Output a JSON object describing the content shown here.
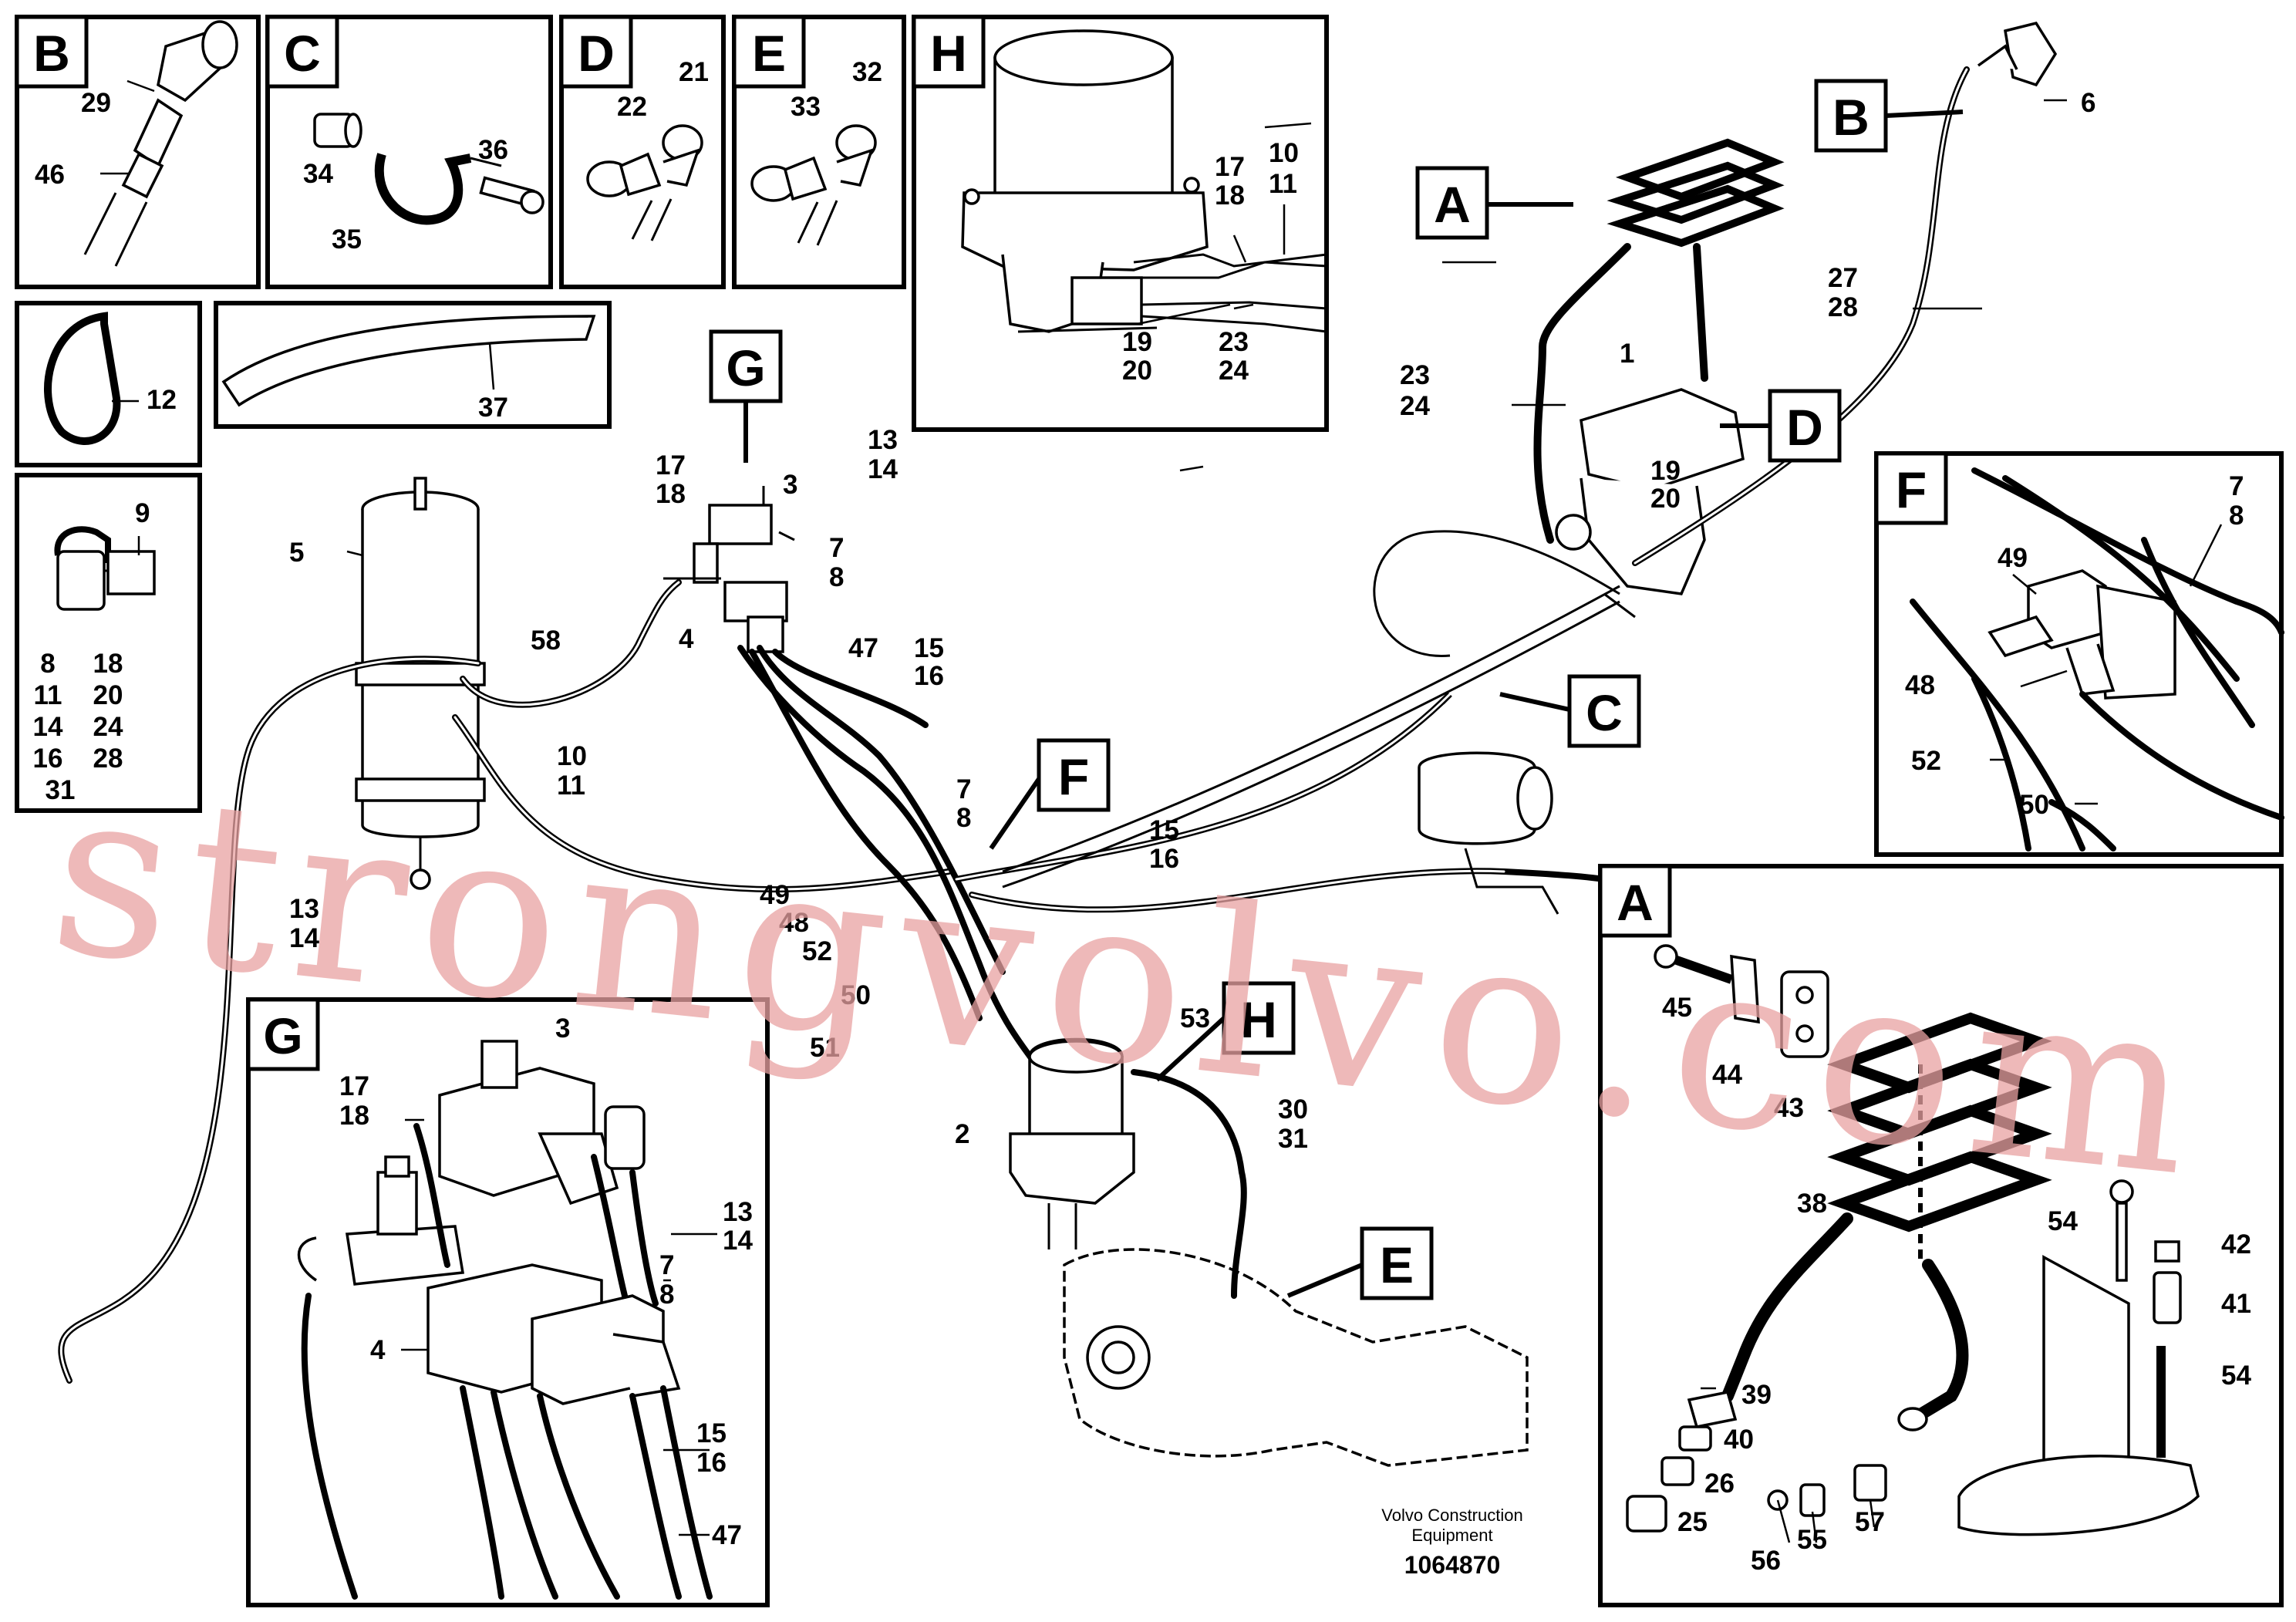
{
  "diagram": {
    "credit_line1": "Volvo Construction",
    "credit_line2": "Equipment",
    "drawing_number": "1064870",
    "watermark": "strongvolvo.com",
    "detail_tags": {
      "B": "B",
      "C": "C",
      "D": "D",
      "E": "E",
      "H": "H",
      "G": "G",
      "F": "F",
      "A": "A"
    },
    "inset_B": {
      "l29": "29",
      "l46": "46"
    },
    "inset_C": {
      "l34": "34",
      "l35": "35",
      "l36": "36"
    },
    "inset_D": {
      "l21": "21",
      "l22": "22"
    },
    "inset_E": {
      "l32": "32",
      "l33": "33"
    },
    "inset_H": {
      "l17": "17",
      "l18": "18",
      "l10": "10",
      "l11": "11",
      "l19": "19",
      "l20": "20",
      "l23": "23",
      "l24": "24"
    },
    "inset_tie": {
      "l12": "12"
    },
    "inset_strip": {
      "l37": "37"
    },
    "inset_clip": {
      "l9": "9",
      "col1": [
        "8",
        "11",
        "14",
        "16",
        "31"
      ],
      "col2": [
        "18",
        "20",
        "24",
        "28"
      ]
    },
    "main": {
      "l1": "1",
      "l2": "2",
      "l3": "3",
      "l4": "4",
      "l5": "5",
      "l6": "6",
      "l17": "17",
      "l18": "18",
      "l13": "13",
      "l14": "14",
      "l7": "7",
      "l8": "8",
      "l47": "47",
      "l15": "15",
      "l16": "16",
      "l58": "58",
      "l10": "10",
      "l11": "11",
      "l13b": "13",
      "l14b": "14",
      "l7b": "7",
      "l8b": "8",
      "l49": "49",
      "l48": "48",
      "l52": "52",
      "l50": "50",
      "l51": "51",
      "l15b": "15",
      "l16b": "16",
      "l53": "53",
      "l30": "30",
      "l31": "31",
      "l23": "23",
      "l24": "24",
      "l19": "19",
      "l20": "20",
      "l27": "27",
      "l28": "28"
    },
    "inset_F": {
      "l7": "7",
      "l8": "8",
      "l49": "49",
      "l48": "48",
      "l52": "52",
      "l50": "50"
    },
    "inset_G": {
      "l3": "3",
      "l17": "17",
      "l18": "18",
      "l13": "13",
      "l14": "14",
      "l7": "7",
      "l8": "8",
      "l4": "4",
      "l15": "15",
      "l16": "16",
      "l47": "47"
    },
    "inset_A": {
      "l45": "45",
      "l44": "44",
      "l43": "43",
      "l38": "38",
      "l54a": "54",
      "l42": "42",
      "l41": "41",
      "l54b": "54",
      "l39": "39",
      "l40": "40",
      "l26": "26",
      "l25": "25",
      "l56": "56",
      "l55": "55",
      "l57": "57"
    }
  }
}
